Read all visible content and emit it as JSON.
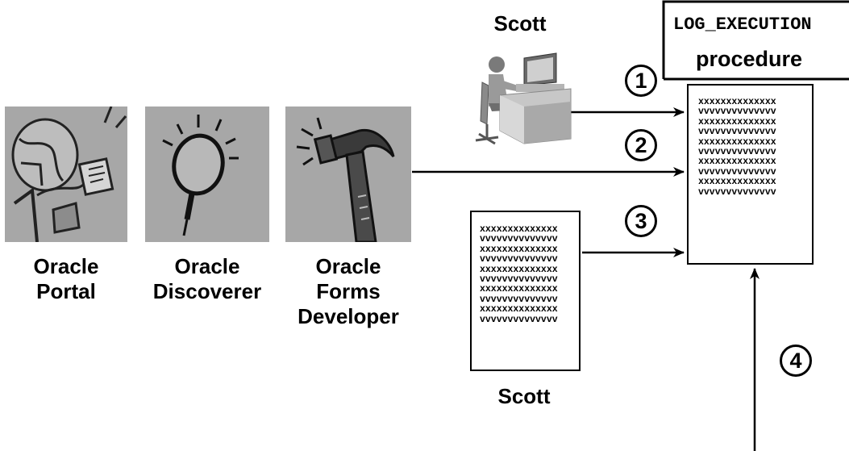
{
  "procedure": {
    "name": "LOG_EXECUTION",
    "label": "procedure"
  },
  "tools": [
    {
      "line1": "Oracle",
      "line2": "Portal",
      "line3": ""
    },
    {
      "line1": "Oracle",
      "line2": "Discoverer",
      "line3": ""
    },
    {
      "line1": "Oracle",
      "line2": "Forms",
      "line3": "Developer"
    }
  ],
  "scott_user_label": "Scott",
  "scott_script_label": "Scott",
  "steps": [
    "1",
    "2",
    "3",
    "4"
  ],
  "code_lines": [
    "xxxxxxxxxxxxxx",
    "vvvvvvvvvvvvvv",
    "xxxxxxxxxxxxxx",
    "vvvvvvvvvvvvvv",
    "xxxxxxxxxxxxxx",
    "vvvvvvvvvvvvvv",
    "xxxxxxxxxxxxxx",
    "vvvvvvvvvvvvvv",
    "xxxxxxxxxxxxxx",
    "vvvvvvvvvvvvvv"
  ]
}
